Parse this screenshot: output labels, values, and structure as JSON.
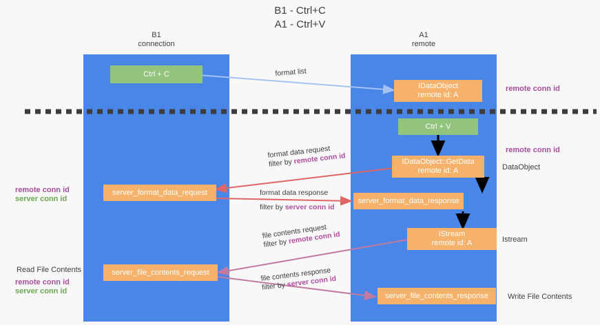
{
  "title": {
    "line1": "B1 - Ctrl+C",
    "line2": "A1 - Ctrl+V"
  },
  "colors": {
    "lane": "#4a86e8",
    "green_box": "#93c47d",
    "orange_box": "#f6b26b",
    "purple": "#a64d9a",
    "green_text": "#6aa84f",
    "arrow_blue": "#a4c2f4",
    "arrow_red": "#e06666",
    "arrow_magenta": "#c27ba0",
    "arrow_black": "#000000",
    "background": "#f8f8f8"
  },
  "lanes": [
    {
      "id": "left",
      "title_line1": "B1",
      "title_line2": "connection"
    },
    {
      "id": "right",
      "title_line1": "A1",
      "title_line2": "remote"
    }
  ],
  "nodes": [
    {
      "id": "ctrl-c",
      "lane": "left",
      "color": "green",
      "line1": "Ctrl + C",
      "line2": ""
    },
    {
      "id": "idataobject",
      "lane": "right",
      "color": "orange",
      "line1": "IDataObject",
      "line2": "remote id: A"
    },
    {
      "id": "ctrl-v",
      "lane": "right",
      "color": "green",
      "line1": "Ctrl + V",
      "line2": ""
    },
    {
      "id": "getdata",
      "lane": "right",
      "color": "orange",
      "line1": "IDataObject::GetData",
      "line2": "remote id: A"
    },
    {
      "id": "fmt-data-request",
      "lane": "left",
      "color": "orange",
      "line1": "server_format_data_request",
      "line2": ""
    },
    {
      "id": "fmt-data-response",
      "lane": "right",
      "color": "orange",
      "line1": "server_format_data_response",
      "line2": ""
    },
    {
      "id": "istream",
      "lane": "right",
      "color": "orange",
      "line1": "IStream",
      "line2": "remote id: A"
    },
    {
      "id": "file-req",
      "lane": "left",
      "color": "orange",
      "line1": "server_file_contents_request",
      "line2": ""
    },
    {
      "id": "file-resp",
      "lane": "right",
      "color": "orange",
      "line1": "server_file_contents_response",
      "line2": ""
    }
  ],
  "edge_labels": [
    {
      "id": "format-list",
      "line1": "format list",
      "line2_plain": "",
      "line2_key": ""
    },
    {
      "id": "format-data-request",
      "line1": "format data request",
      "line2_plain": "filter by",
      "line2_key": "remote conn id"
    },
    {
      "id": "format-data-response",
      "line1": "format data response",
      "line2_plain": "filter by",
      "line2_key": "server conn id"
    },
    {
      "id": "file-contents-request",
      "line1": "file contents request",
      "line2_plain": "filter by",
      "line2_key": "remote conn id"
    },
    {
      "id": "file-contents-response",
      "line1": "file contents response",
      "line2_plain": "filter by",
      "line2_key": "server conn id"
    }
  ],
  "annotations": {
    "right_top_conn": "remote conn id",
    "right_mid_conn": "remote conn id",
    "dataobject": "DataObject",
    "istream": "Istream",
    "write_file": "Write File Contents",
    "read_file": "Read File Contents",
    "left_mid_remote": "remote conn id",
    "left_mid_server": "server conn id",
    "left_low_remote": "remote conn id",
    "left_low_server": "server conn id"
  }
}
